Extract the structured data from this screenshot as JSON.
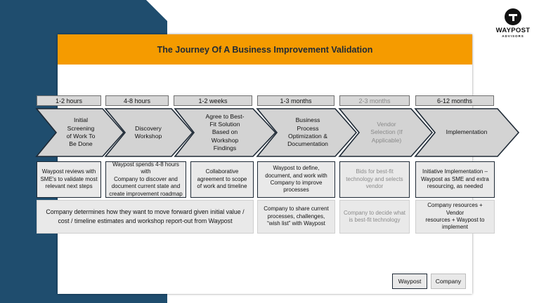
{
  "logo": {
    "name": "WAYPOST",
    "sub": "ADVISORS"
  },
  "title": "The Journey Of A Business Improvement Validation",
  "stages": [
    {
      "duration": "1-2 hours",
      "label": "Initial\nScreening\nof Work To\nBe Done",
      "waypost": "Waypost reviews with\nSME's to validate most\nrelevant next steps",
      "muted": false
    },
    {
      "duration": "4-8 hours",
      "label": "Discovery\nWorkshop",
      "waypost": "Waypost spends 4-8 hours with\nCompany to discover and\ndocument current state and\ncreate improvement roadmap",
      "muted": false
    },
    {
      "duration": "1-2 weeks",
      "label": "Agree to Best-\nFit Solution\nBased on\nWorkshop\nFindings",
      "waypost": "Collaborative\nagreement to scope\nof work and timeline",
      "muted": false
    },
    {
      "duration": "1-3 months",
      "label": "Business\nProcess\nOptimization &\nDocumentation",
      "waypost": "Waypost to define,\ndocument, and work with\nCompany to improve\nprocesses",
      "company": "Company to share current\nprocesses, challenges,\n“wish list” with Waypost",
      "muted": false
    },
    {
      "duration": "2-3 months",
      "label": "Vendor\nSelection (If\nApplicable)",
      "waypost": "Bids for best-fit\ntechnology and selects\nvendor",
      "company": "Company to decide what\nis best-fit technology",
      "muted": true
    },
    {
      "duration": "6-12 months",
      "label": "Implementation",
      "waypost": "Initiative Implementation –\nWaypost as SME and extra\nresourcing, as needed",
      "company": "Company resources + Vendor\nresources + Waypost to\nimplement",
      "muted": false
    }
  ],
  "company_wide": "Company determines how they want to move forward given initial value /\ncost / timeline estimates and workshop report-out from Waypost",
  "legend": {
    "waypost": "Waypost",
    "company": "Company"
  },
  "colors": {
    "title_bar": "#f59b00",
    "navy": "#1f4d6e",
    "chevron_fill": "#d3d3d3",
    "chevron_stroke": "#1f2a36"
  }
}
